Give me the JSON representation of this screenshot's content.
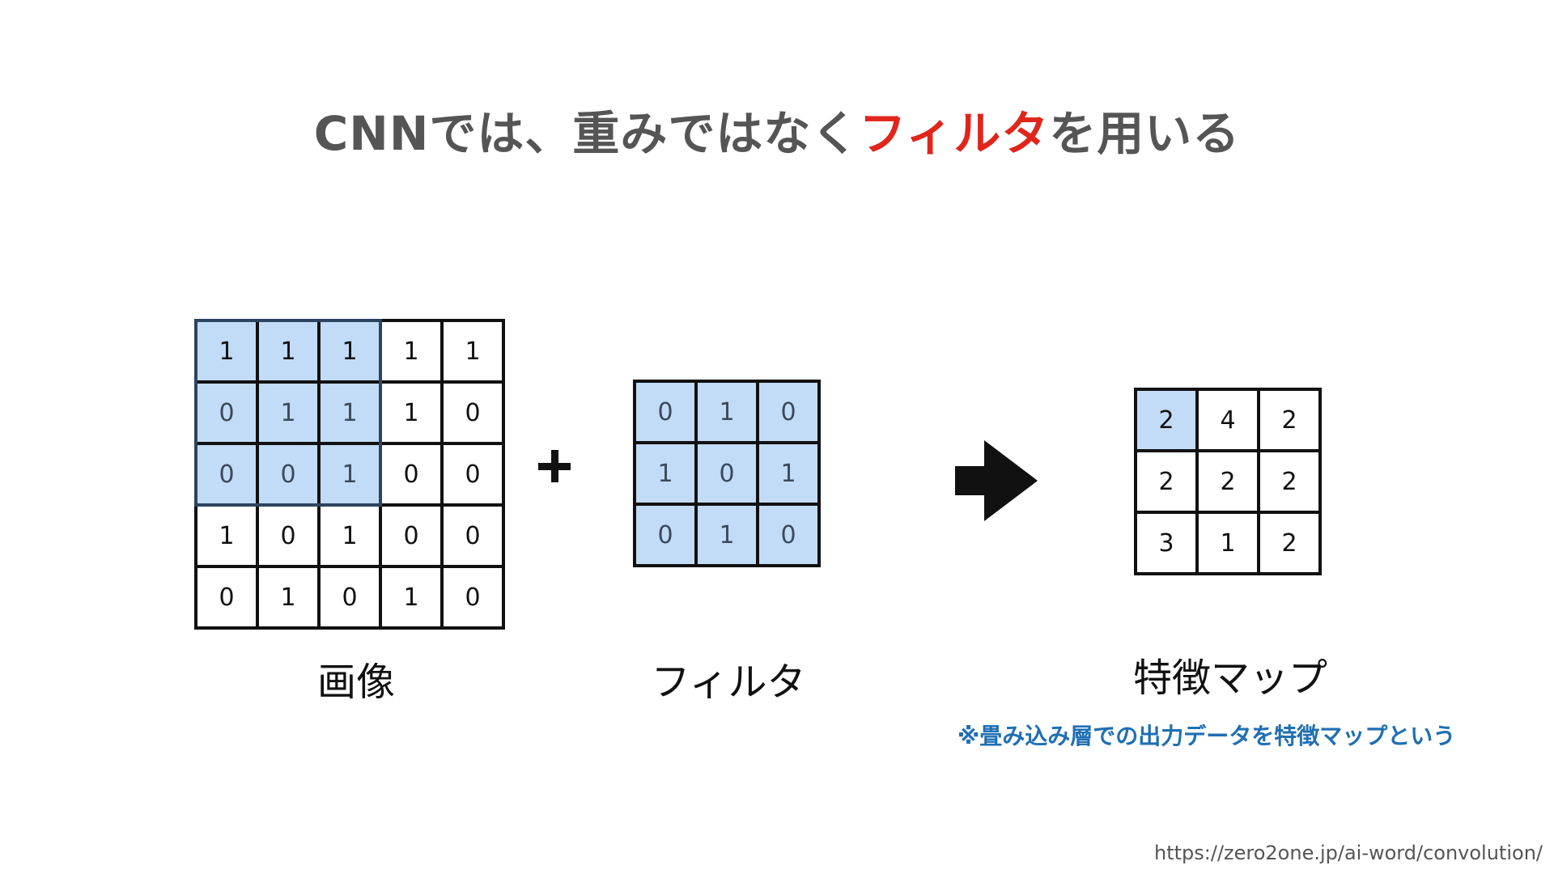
{
  "title": {
    "prefix": "CNNでは、重みではなく",
    "accent": "フィルタ",
    "suffix": "を用いる"
  },
  "image_grid": {
    "label": "画像",
    "rows": [
      [
        "1",
        "1",
        "1",
        "1",
        "1"
      ],
      [
        "0",
        "1",
        "1",
        "1",
        "0"
      ],
      [
        "0",
        "0",
        "1",
        "0",
        "0"
      ],
      [
        "1",
        "0",
        "1",
        "0",
        "0"
      ],
      [
        "0",
        "1",
        "0",
        "1",
        "0"
      ]
    ]
  },
  "operator": "+",
  "filter_grid": {
    "label": "フィルタ",
    "rows": [
      [
        "0",
        "1",
        "0"
      ],
      [
        "1",
        "0",
        "1"
      ],
      [
        "0",
        "1",
        "0"
      ]
    ]
  },
  "feature_grid": {
    "label": "特徴マップ",
    "rows": [
      [
        "2",
        "4",
        "2"
      ],
      [
        "2",
        "2",
        "2"
      ],
      [
        "3",
        "1",
        "2"
      ]
    ]
  },
  "note": "※畳み込み層での出力データを特徴マップという",
  "source_url": "https://zero2one.jp/ai-word/convolution/",
  "colors": {
    "highlight": "#c2dcf7",
    "accent": "#e0251b",
    "note": "#1f6fb4",
    "title": "#555555"
  }
}
